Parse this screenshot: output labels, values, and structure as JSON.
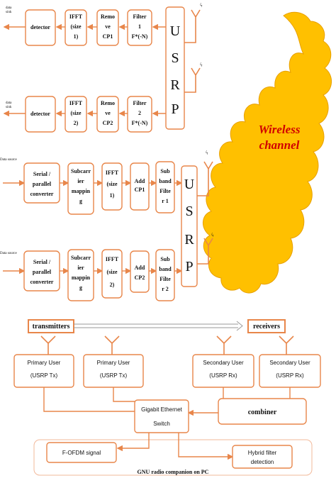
{
  "receiver_chain": [
    {
      "sink": [
        "data",
        "sink"
      ],
      "detector": "detector",
      "ifft": [
        "IFFT",
        "(size",
        "1)"
      ],
      "remove": [
        "Remo",
        "ve",
        "CP1"
      ],
      "filter": [
        "Filter",
        "1",
        "F*(-N)"
      ]
    },
    {
      "sink": [
        "data",
        "sink"
      ],
      "detector": "detector",
      "ifft": [
        "IFFT",
        "(size",
        "2)"
      ],
      "remove": [
        "Remo",
        "ve",
        "CP2"
      ],
      "filter": [
        "Filter",
        "2",
        "F*(-N)"
      ]
    }
  ],
  "usrp_letters": [
    "U",
    "S",
    "R",
    "P"
  ],
  "channel": [
    "Wireless",
    "channel"
  ],
  "transmitter_chain": [
    {
      "source": "Data source",
      "sp": [
        "Serial /",
        "parallel",
        "converter"
      ],
      "map": [
        "Subcarr",
        "ier",
        "mappin",
        "g"
      ],
      "ifft": [
        "IFFT",
        "(size",
        "1)"
      ],
      "addcp": [
        "Add",
        "CP1"
      ],
      "sub": [
        "Sub",
        "band",
        "Filte",
        "r 1"
      ]
    },
    {
      "source": "Data source",
      "sp": [
        "Serial /",
        "parallel",
        "converter"
      ],
      "map": [
        "Subcarr",
        "ier",
        "mappin",
        "g"
      ],
      "ifft": [
        "IFFT",
        "(size",
        "2)"
      ],
      "addcp": [
        "Add",
        "CP2"
      ],
      "sub": [
        "Sub",
        "band",
        "Filte",
        "r 2"
      ]
    }
  ],
  "setup": {
    "transmitters": "transmitters",
    "receivers": "receivers",
    "primary_users": [
      {
        "line1": "Primary User",
        "line2": "(USRP Tx)"
      },
      {
        "line1": "Primary User",
        "line2": "(USRP Tx)"
      }
    ],
    "secondary_users": [
      {
        "line1": "Secondary User",
        "line2": "(USRP Rx)"
      },
      {
        "line1": "Secondary User",
        "line2": "(USRP Rx)"
      }
    ],
    "combiner": "combiner",
    "switch": [
      "Gigabit Ethernet",
      "Switch"
    ],
    "signal": "F-OFDM signal",
    "hybrid": [
      "Hybrid filter",
      "detection"
    ],
    "gnu": "GNU radio companion on PC"
  }
}
